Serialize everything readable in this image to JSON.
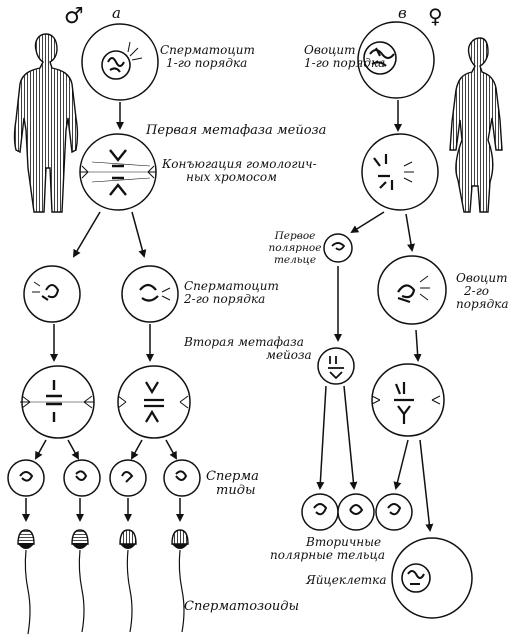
{
  "symbols": {
    "male": "♂",
    "female": "♀"
  },
  "panels": {
    "a": "а",
    "b": "в"
  },
  "labels": {
    "spermatocyte1": [
      "Сперматоцит",
      "1-го порядка"
    ],
    "oocyte1": [
      "Овоцит",
      "1-го порядка"
    ],
    "metaphase1": "Первая метафаза мейоза",
    "conjugation": [
      "Конъюгация гомологич-",
      "ных хромосом"
    ],
    "polar_body1": [
      "Первое",
      "полярное",
      "тельце"
    ],
    "spermatocyte2": [
      "Сперматоцит",
      "2-го порядка"
    ],
    "oocyte2": [
      "Овоцит",
      "2-го",
      "порядка"
    ],
    "metaphase2": [
      "Вторая метафаза",
      "мейоза"
    ],
    "spermatids": [
      "Сперма",
      "тиды"
    ],
    "polar_bodies2": [
      "Вторичные",
      "полярные тельца"
    ],
    "egg": "Яйцеклетка",
    "spermatozoa": "Сперматозоиды"
  },
  "colors": {
    "ink": "#111111",
    "paper": "#ffffff"
  }
}
